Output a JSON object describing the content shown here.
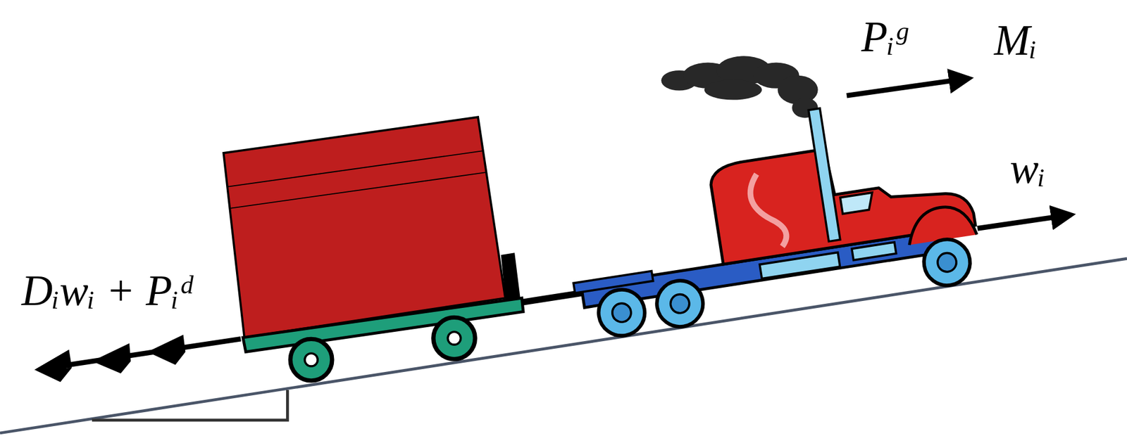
{
  "diagram": {
    "labels": [
      "Pᵢᵍ",
      "Mᵢ",
      "wᵢ",
      "Dᵢwᵢ + Pᵢᵈ"
    ]
  }
}
